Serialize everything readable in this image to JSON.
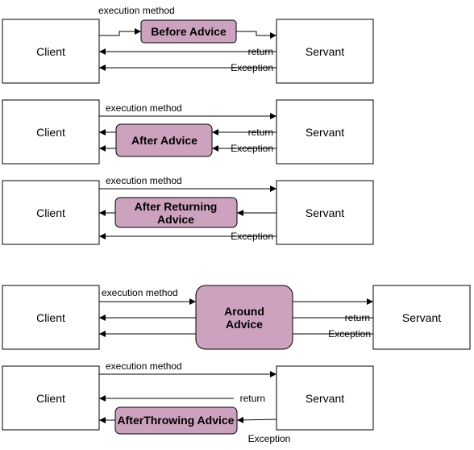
{
  "colors": {
    "advice_fill": "#cda2be",
    "stroke": "#000000",
    "background": "#ffffff"
  },
  "labels": {
    "client": "Client",
    "servant": "Servant",
    "execution_method": "execution method",
    "return": "return",
    "exception": "Exception"
  },
  "diagrams": [
    {
      "id": "before",
      "advice_lines": [
        "Before Advice"
      ]
    },
    {
      "id": "after",
      "advice_lines": [
        "After Advice"
      ]
    },
    {
      "id": "after-returning",
      "advice_lines": [
        "After Returning",
        "Advice"
      ]
    },
    {
      "id": "around",
      "advice_lines": [
        "Around",
        "Advice"
      ]
    },
    {
      "id": "after-throwing",
      "advice_lines": [
        "AfterThrowing Advice"
      ]
    }
  ]
}
